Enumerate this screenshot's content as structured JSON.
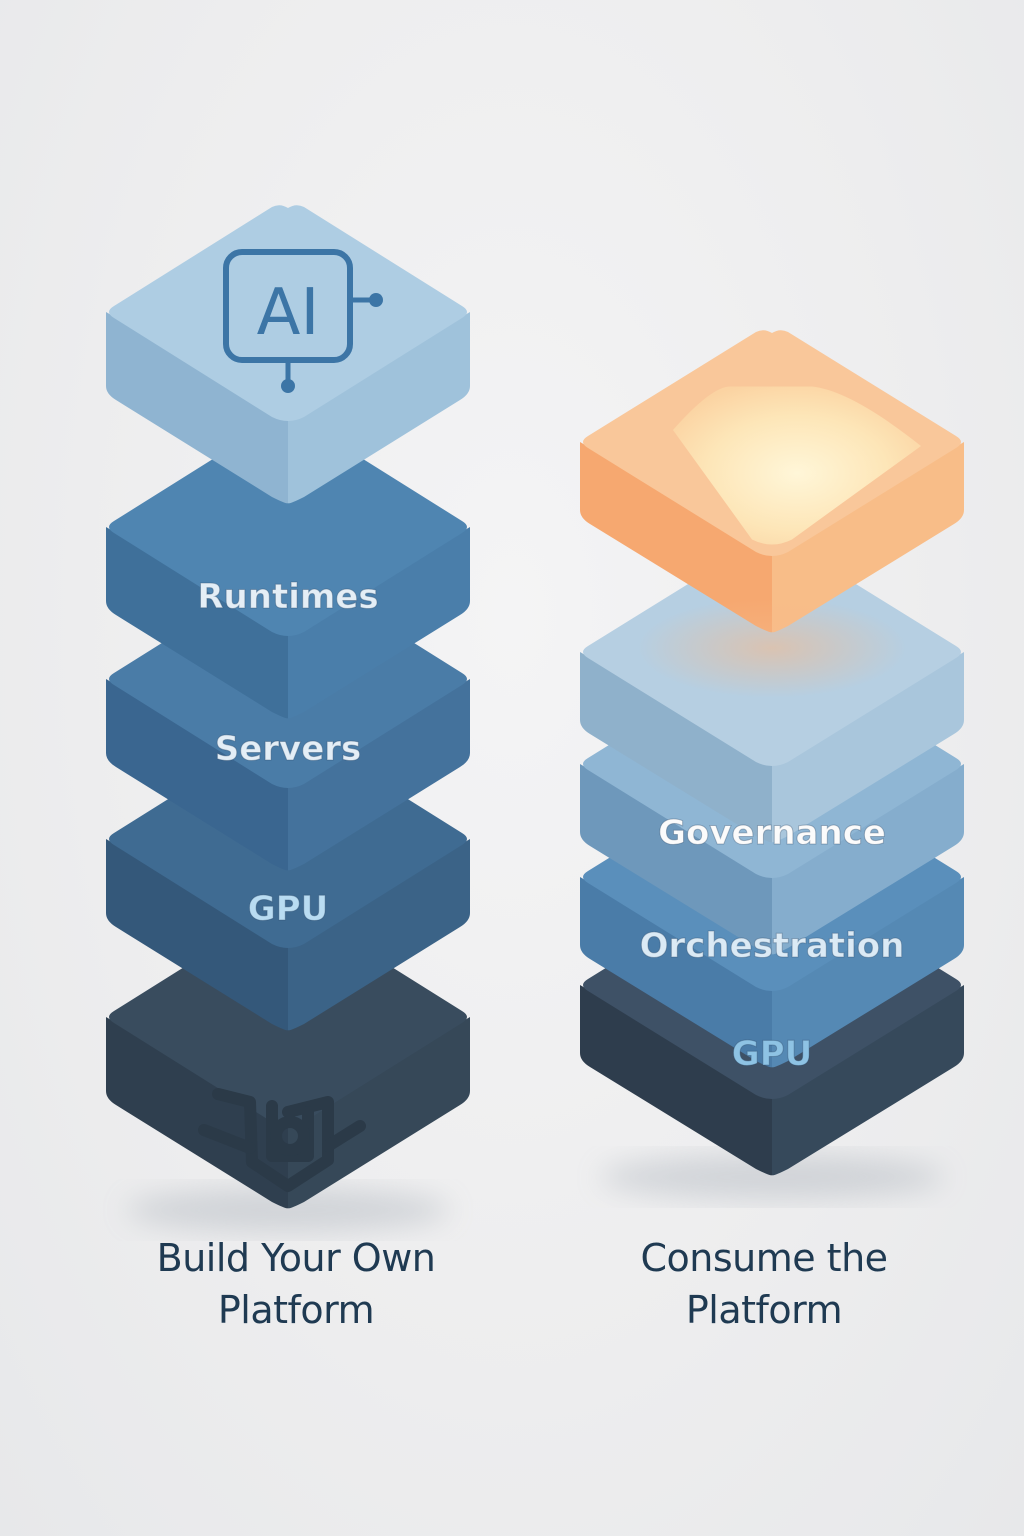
{
  "diagram": {
    "stacks": [
      {
        "id": "build",
        "caption_line1": "Build Your Own",
        "caption_line2": "Platform",
        "layers_top_to_bottom": [
          {
            "label": "",
            "icon": "ai-chip-icon",
            "icon_text": "AI",
            "top": "#aecde3",
            "left": "#8fb4d1",
            "right": "#9fc2db",
            "text_color": "#3c75a6"
          },
          {
            "label": "Runtimes",
            "top": "#4f85b1",
            "left": "#3f709a",
            "right": "#4a7eaa",
            "text_color": "#e4eef6"
          },
          {
            "label": "Servers",
            "top": "#4a7ca7",
            "left": "#3a6690",
            "right": "#44729c",
            "text_color": "#e4eef6"
          },
          {
            "label": "GPU",
            "top": "#3f6b92",
            "left": "#34587a",
            "right": "#3b6387",
            "text_color": "#b9dcf2"
          },
          {
            "label": "",
            "icon": "hardware-shield-icon",
            "top": "#394c5e",
            "left": "#2f3f4f",
            "right": "#364858",
            "text_color": "#2b3a48"
          }
        ]
      },
      {
        "id": "consume",
        "caption_line1": "Consume the",
        "caption_line2": "Platform",
        "layers_top_to_bottom": [
          {
            "label": "",
            "icon": "glow-platform",
            "top": "#f9c79a",
            "left": "#f6a870",
            "right": "#f8bd88",
            "inner": "#fdf1cf",
            "text_color": "#ffffff"
          },
          {
            "label": "",
            "top": "#b6cfe2",
            "left": "#8fb1cb",
            "right": "#a9c6dc",
            "text_color": "#ffffff"
          },
          {
            "label": "Governance",
            "top": "#8fb6d4",
            "left": "#6e98bb",
            "right": "#85adcd",
            "text_color": "#fbfbfb"
          },
          {
            "label": "Orchestration",
            "top": "#5a8fbb",
            "left": "#4a7ca8",
            "right": "#5589b4",
            "text_color": "#dbeaf5"
          },
          {
            "label": "GPU",
            "top": "#3e5166",
            "left": "#2e3d4d",
            "right": "#36495b",
            "text_color": "#8ec3e4"
          }
        ]
      }
    ]
  }
}
